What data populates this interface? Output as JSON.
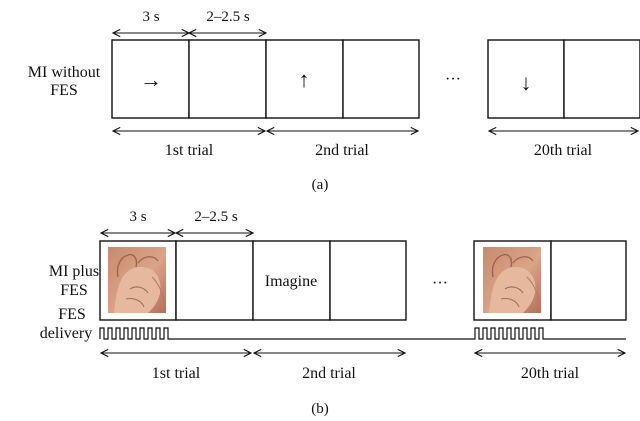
{
  "panel_a": {
    "row_label_line1": "MI without",
    "row_label_line2": "FES",
    "duration_cue": "3 s",
    "duration_rest": "2–2.5 s",
    "cue_1_symbol": "→",
    "cue_2_symbol": "↑",
    "cue_20_symbol": "↓",
    "ellipsis": "···",
    "trial_1": "1st trial",
    "trial_2": "2nd trial",
    "trial_20": "20th trial",
    "caption": "(a)"
  },
  "panel_b": {
    "row_label_line1": "MI plus",
    "row_label_line2": "FES",
    "delivery_label_line1": "FES",
    "delivery_label_line2": "delivery",
    "duration_cue": "3 s",
    "duration_rest": "2–2.5 s",
    "imagine_text": "Imagine",
    "hand_image_icon": "open-hand-photo",
    "ellipsis": "···",
    "trial_1": "1st trial",
    "trial_2": "2nd trial",
    "trial_20": "20th trial",
    "caption": "(b)"
  }
}
